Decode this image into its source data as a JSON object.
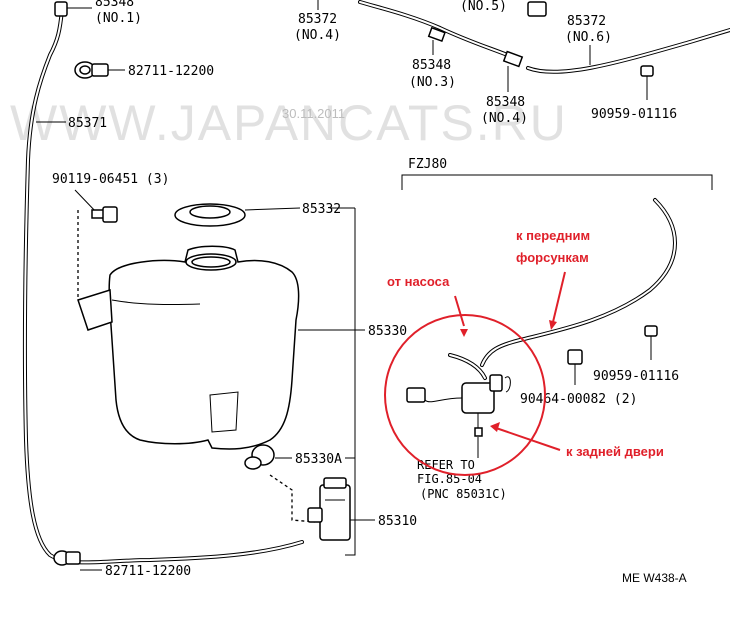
{
  "watermark": {
    "site": "WWW.JAPANCATS.RU",
    "date": "30.11.2011"
  },
  "parts": {
    "p85348_n1": "85348",
    "p85348_n1_no": "(NO.1)",
    "p85372_n4": "85372",
    "p85372_n4_no": "(NO.4)",
    "p_no5": "(NO.5)",
    "p85372_n6": "85372",
    "p85372_n6_no": "(NO.6)",
    "p85348_n3": "85348",
    "p85348_n3_no": "(NO.3)",
    "p85348_n4": "85348",
    "p85348_n4_no": "(NO.4)",
    "p90959_top": "90959-01116",
    "p82711_top": "82711-12200",
    "p85371": "85371",
    "p90119": "90119-06451 (3)",
    "p85332": "85332",
    "p85330": "85330",
    "p85330A": "85330A",
    "p85310": "85310",
    "p82711_bottom": "82711-12200",
    "p90959_mid": "90959-01116",
    "p90464": "90464-00082 (2)",
    "model": "FZJ80"
  },
  "reference": {
    "line1": "REFER TO",
    "line2": "FIG.85-04",
    "line3": "(PNC 85031C)"
  },
  "annotations": {
    "from_pump": "от насоса",
    "to_front_1": "к передним",
    "to_front_2": "форсункам",
    "to_rear": "к задней двери"
  },
  "diagram_code": "ME W438-A",
  "colors": {
    "annotation": "#e0202a",
    "line": "#000000",
    "watermark": "#c8c8c8"
  }
}
